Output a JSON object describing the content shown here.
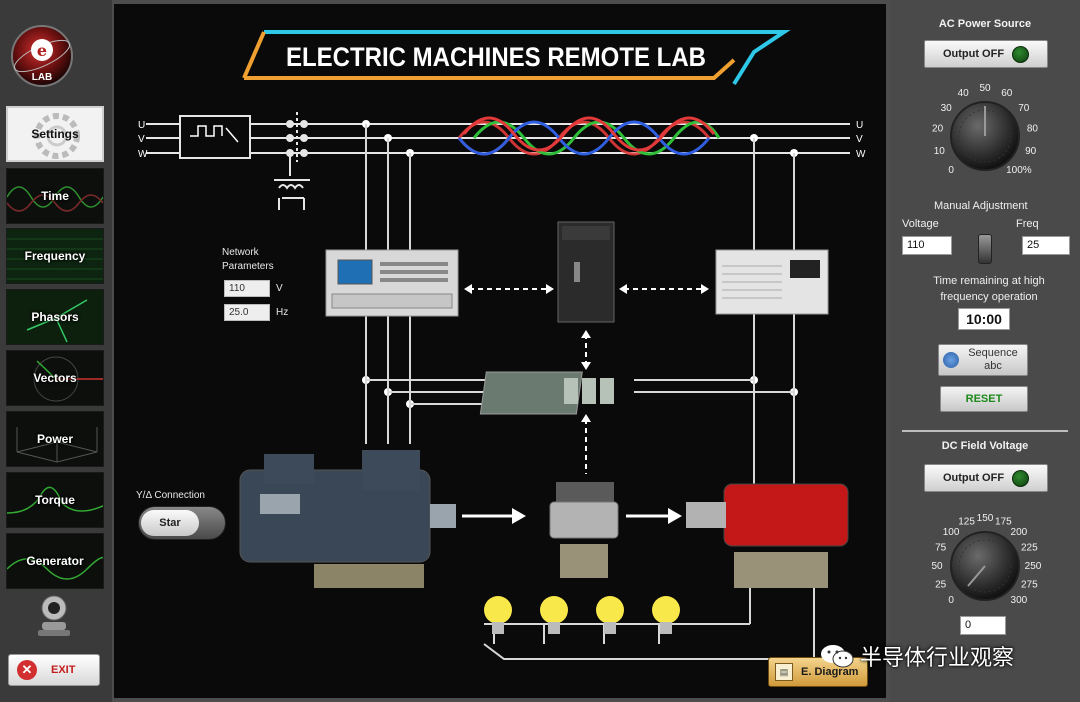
{
  "sidebar": {
    "logo_text": "LAB",
    "nav": [
      {
        "label": "Settings"
      },
      {
        "label": "Time"
      },
      {
        "label": "Frequency"
      },
      {
        "label": "Phasors"
      },
      {
        "label": "Vectors"
      },
      {
        "label": "Power"
      },
      {
        "label": "Torque"
      },
      {
        "label": "Generator"
      }
    ],
    "exit_label": "EXIT"
  },
  "main": {
    "title": "ELECTRIC MACHINES REMOTE LAB",
    "phases_left": [
      "U",
      "V",
      "W"
    ],
    "phases_right": [
      "U",
      "V",
      "W"
    ],
    "network": {
      "title": "Network Parameters",
      "voltage_value": "110",
      "voltage_unit": "V",
      "freq_value": "25.0",
      "freq_unit": "Hz"
    },
    "connection_label": "Y/Δ Connection",
    "star_label": "Star",
    "ediagram_label": "E. Diagram",
    "colors": {
      "phase_red": "#e23a3a",
      "phase_green": "#2fbf3a",
      "phase_blue": "#2f5fe0",
      "title_orange": "#f0a030",
      "title_cyan": "#2ec8e8"
    }
  },
  "right": {
    "ac_title": "AC Power Source",
    "ac_output_label": "Output OFF",
    "ac_dial_ticks": [
      "0",
      "10",
      "20",
      "30",
      "40",
      "50",
      "60",
      "70",
      "80",
      "90",
      "100%"
    ],
    "manual_title": "Manual Adjustment",
    "voltage_label": "Voltage",
    "freq_label": "Freq",
    "voltage_value": "110",
    "freq_value": "25",
    "time_remaining_label": "Time remaining at high frequency operation",
    "time_remaining_value": "10:00",
    "sequence_label": "Sequence abc",
    "reset_label": "RESET",
    "dc_title": "DC Field Voltage",
    "dc_output_label": "Output OFF",
    "dc_dial_ticks": [
      "0",
      "25",
      "50",
      "75",
      "100",
      "125",
      "150",
      "175",
      "200",
      "225",
      "250",
      "275",
      "300"
    ],
    "dc_value": "0"
  },
  "watermark": "半导体行业观察"
}
